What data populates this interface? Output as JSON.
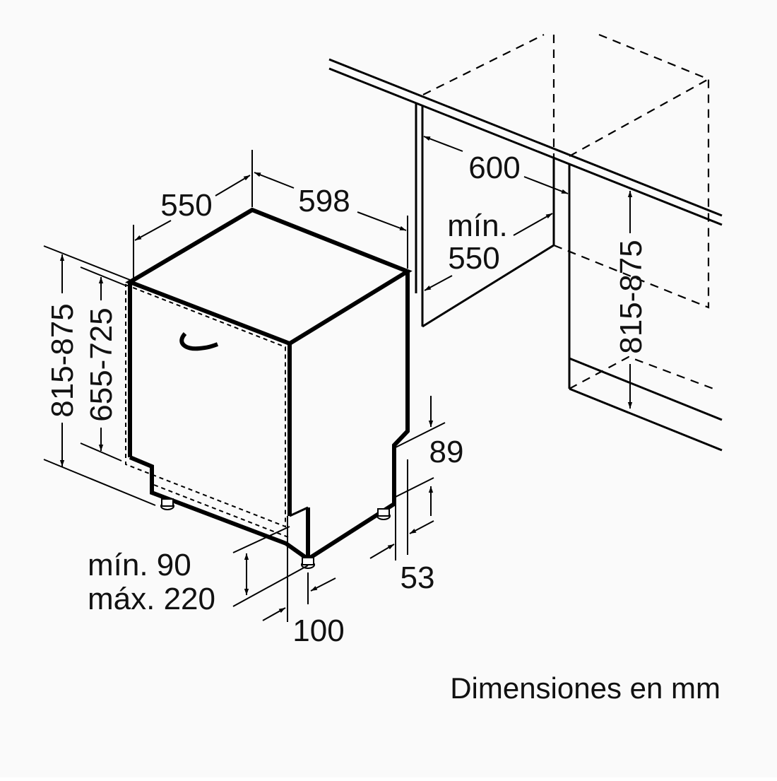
{
  "units_caption": "Dimensiones en mm",
  "dimensions": {
    "depth": "550",
    "width": "598",
    "niche_width": "600",
    "niche_depth_line1": "mín.",
    "niche_depth_line2": "550",
    "total_height": "815-875",
    "door_height": "655-725",
    "niche_height": "815-875",
    "plinth_line1": "mín. 90",
    "plinth_line2": "máx. 220",
    "plinth_offset": "100",
    "rear_step_height": "89",
    "rear_step_depth": "53"
  }
}
